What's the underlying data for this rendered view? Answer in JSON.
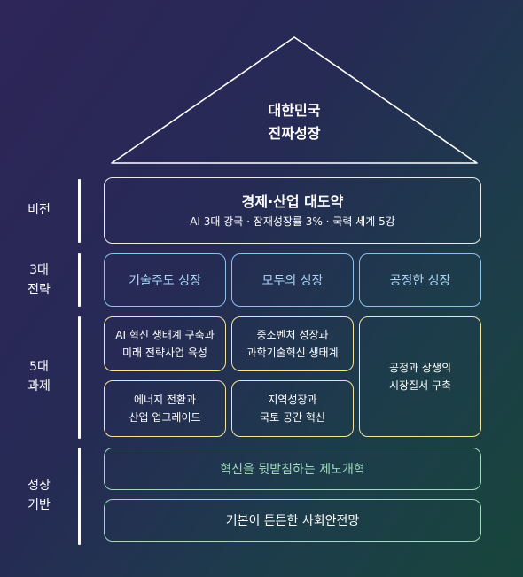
{
  "roof": {
    "title": "대한민국\n진짜성장"
  },
  "labels": {
    "vision": "비전",
    "strategy": "3대\n전략",
    "tasks": "5대\n과제",
    "foundation": "성장\n기반"
  },
  "vision": {
    "title": "경제·산업 대도약",
    "subtitle": "AI 3대 강국 · 잠재성장률 3% · 국력 세계 5강"
  },
  "strategies": [
    "기술주도 성장",
    "모두의 성장",
    "공정한 성장"
  ],
  "tasks": [
    "AI 혁신 생태계 구축과\n미래 전략사업 육성",
    "중소벤처 성장과\n과학기술혁신 생태계",
    "에너지 전환과\n산업 업그레이드",
    "지역성장과\n국토 공간 혁신",
    "공정과 상생의\n시장질서 구축"
  ],
  "foundations": [
    "혁신을 뒷받침하는 제도개혁",
    "기본이 튼튼한 사회안전망"
  ],
  "colors": {
    "strategy_border": "#8cc3ec",
    "strategy_text": "#a9d6f7",
    "task_border": "#f3e6a1",
    "foundation_border": "#9fd8bf",
    "foundation_text": "#9fd8bf"
  }
}
